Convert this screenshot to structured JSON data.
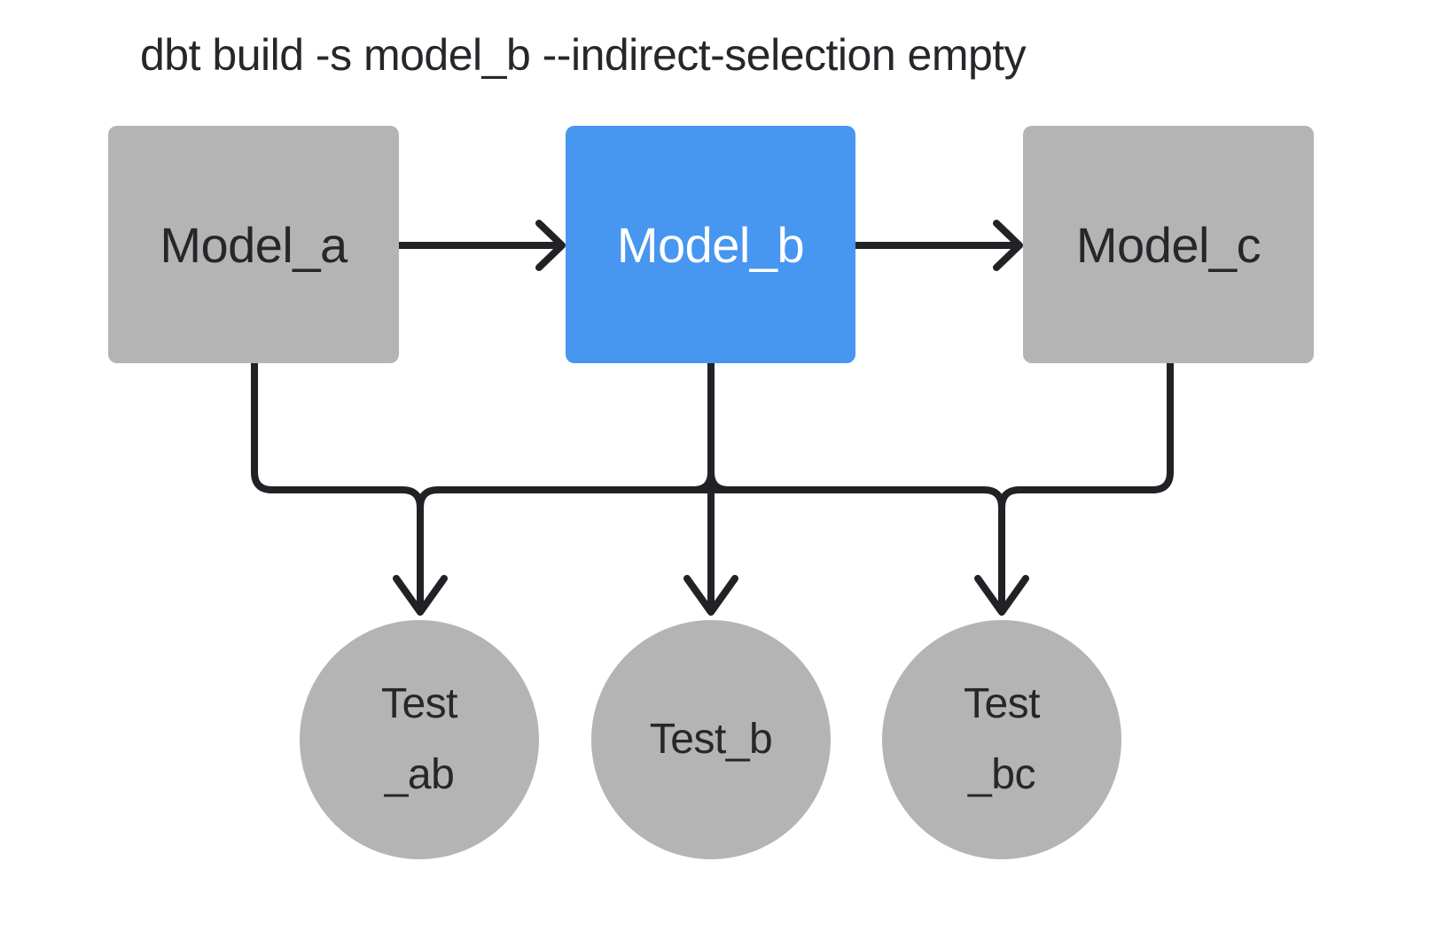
{
  "title": "dbt build -s model_b --indirect-selection empty",
  "colors": {
    "background": "#ffffff",
    "node-gray": "#b4b4b4",
    "node-selected-blue": "#4796f0",
    "edge-dark": "#212225",
    "label-dark": "#26272a",
    "label-on-blue": "#ffffff"
  },
  "models": [
    {
      "label": "Model_a",
      "state": "unselected"
    },
    {
      "label": "Model_b",
      "state": "selected"
    },
    {
      "label": "Model_c",
      "state": "unselected"
    }
  ],
  "tests": [
    {
      "lines": [
        "Test",
        "_ab"
      ],
      "state": "unselected"
    },
    {
      "lines": [
        "Test_b"
      ],
      "state": "unselected"
    },
    {
      "lines": [
        "Test",
        "_bc"
      ],
      "state": "unselected"
    }
  ],
  "edges": [
    {
      "from": "model_a",
      "to": "model_b"
    },
    {
      "from": "model_b",
      "to": "model_c"
    },
    {
      "from": "model_a",
      "to": "test_ab"
    },
    {
      "from": "model_b",
      "to": "test_ab"
    },
    {
      "from": "model_b",
      "to": "test_b"
    },
    {
      "from": "model_b",
      "to": "test_bc"
    },
    {
      "from": "model_c",
      "to": "test_bc"
    }
  ]
}
